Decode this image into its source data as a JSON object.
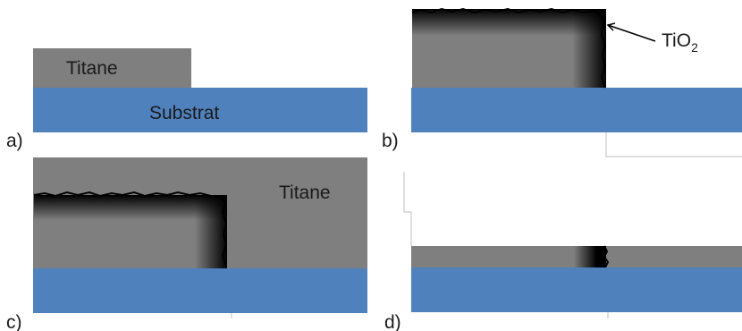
{
  "panels": {
    "a": {
      "label": "a)",
      "layer_top": "Titane",
      "layer_bottom": "Substrat"
    },
    "b": {
      "label": "b)",
      "annotation": {
        "base": "TiO",
        "subscript": "2"
      }
    },
    "c": {
      "label": "c)",
      "layer_top": "Titane"
    },
    "d": {
      "label": "d)"
    }
  },
  "colors": {
    "substrate": "#4f81bd",
    "titanium": "#7f7f7f",
    "oxide_edge": "#000000",
    "line": "#bfbfbf"
  }
}
